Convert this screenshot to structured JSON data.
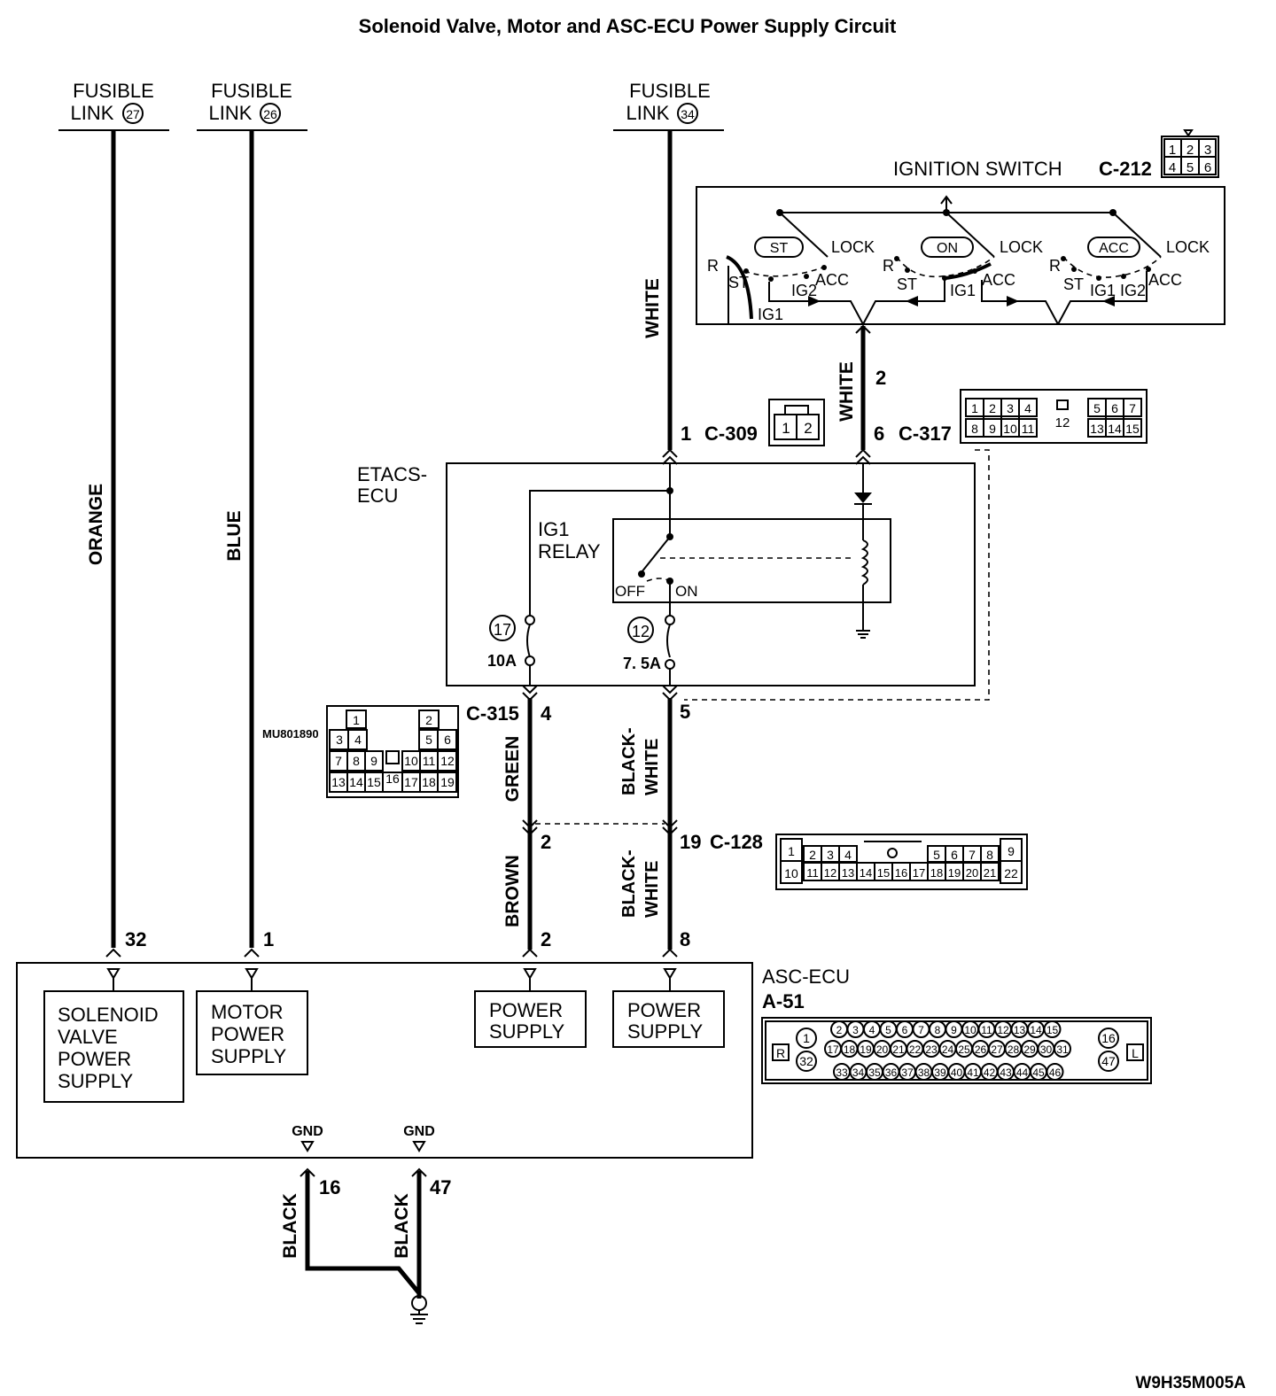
{
  "title": "Solenoid Valve, Motor and ASC-ECU Power Supply Circuit",
  "image_code": "W9H35M005A",
  "fusible_links": [
    {
      "label": "FUSIBLE",
      "label2": "LINK",
      "number": "27"
    },
    {
      "label": "FUSIBLE",
      "label2": "LINK",
      "number": "26"
    },
    {
      "label": "FUSIBLE",
      "label2": "LINK",
      "number": "34"
    }
  ],
  "wire_colors": {
    "orange": "ORANGE",
    "blue": "BLUE",
    "white_top": "WHITE",
    "white_ign": "WHITE",
    "green": "GREEN",
    "black_white_1": "BLACK-\nWHITE",
    "brown": "BROWN",
    "black_white_2": "BLACK-\nWHITE",
    "black_1": "BLACK",
    "black_2": "BLACK"
  },
  "ignition_switch": {
    "label": "IGNITION SWITCH",
    "connector": "C-212",
    "connector_pins": [
      "1",
      "2",
      "3",
      "4",
      "5",
      "6"
    ],
    "positions": {
      "st": "ST",
      "on": "ON",
      "acc": "ACC",
      "lock": "LOCK",
      "r": "R",
      "ig1": "IG1",
      "ig2": "IG2"
    },
    "pin_out": "2"
  },
  "connectors": {
    "c309": {
      "name": "C-309",
      "pin": "1",
      "pins": [
        "1",
        "2"
      ]
    },
    "c317": {
      "name": "C-317",
      "pin": "6",
      "pins_top": [
        "1",
        "2",
        "3",
        "4",
        "12",
        "5",
        "6",
        "7"
      ],
      "pins_bot": [
        "8",
        "9",
        "10",
        "11",
        "13",
        "14",
        "15"
      ]
    },
    "c315": {
      "name": "C-315",
      "pin_a": "4",
      "pin_b": "5",
      "part_no": "MU801890",
      "pins": [
        "1",
        "2",
        "3",
        "4",
        "5",
        "6",
        "7",
        "8",
        "9",
        "10",
        "11",
        "12",
        "13",
        "14",
        "15",
        "16",
        "17",
        "18",
        "19"
      ]
    },
    "c128": {
      "name": "C-128",
      "pin_a": "2",
      "pin_b": "19",
      "pins_top": [
        "1",
        "2",
        "3",
        "4",
        "5",
        "6",
        "7",
        "8",
        "9"
      ],
      "pins_bot": [
        "10",
        "11",
        "12",
        "13",
        "14",
        "15",
        "16",
        "17",
        "18",
        "19",
        "20",
        "21",
        "22"
      ]
    }
  },
  "etacs": {
    "label": "ETACS-",
    "label2": "ECU",
    "relay_label": "IG1",
    "relay_label2": "RELAY",
    "off": "OFF",
    "on": "ON",
    "fuse_a": {
      "number": "17",
      "rating": "10A"
    },
    "fuse_b": {
      "number": "12",
      "rating": "7. 5A"
    }
  },
  "asc_ecu": {
    "label": "ASC-ECU",
    "connector": "A-51",
    "pins": {
      "p32": "32",
      "p1": "1",
      "p2": "2",
      "p8": "8",
      "p16": "16",
      "p47": "47"
    },
    "blocks": [
      {
        "lines": [
          "SOLENOID",
          "VALVE",
          "POWER",
          "SUPPLY"
        ]
      },
      {
        "lines": [
          "MOTOR",
          "POWER",
          "SUPPLY"
        ]
      },
      {
        "lines": [
          "POWER",
          "SUPPLY"
        ]
      },
      {
        "lines": [
          "POWER",
          "SUPPLY"
        ]
      }
    ],
    "gnd": "GND",
    "conn_r": "R",
    "conn_l": "L",
    "conn_left_pins": [
      "1",
      "32"
    ],
    "conn_right_pins": [
      "16",
      "47"
    ],
    "conn_row1": [
      "2",
      "3",
      "4",
      "5",
      "6",
      "7",
      "8",
      "9",
      "10",
      "11",
      "12",
      "13",
      "14",
      "15"
    ],
    "conn_row2": [
      "17",
      "18",
      "19",
      "20",
      "21",
      "22",
      "23",
      "24",
      "25",
      "26",
      "27",
      "28",
      "29",
      "30",
      "31"
    ],
    "conn_row3": [
      "33",
      "34",
      "35",
      "36",
      "37",
      "38",
      "39",
      "40",
      "41",
      "42",
      "43",
      "44",
      "45",
      "46"
    ]
  }
}
